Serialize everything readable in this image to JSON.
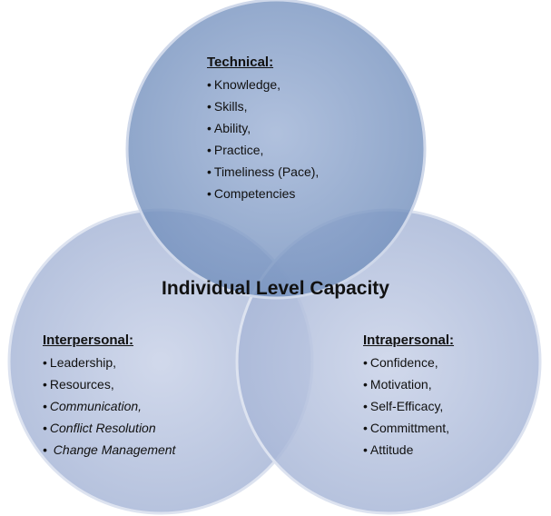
{
  "center_title": "Individual Level Capacity",
  "colors": {
    "circle_fill_top": "#7f9ac4",
    "circle_fill_side": "#b5c2de",
    "circle_stroke": "#c9d3e8",
    "text": "#111111"
  },
  "circles": {
    "technical": {
      "title": "Technical:",
      "items": [
        "Knowledge,",
        "Skills,",
        "Ability,",
        "Practice,",
        "Timeliness (Pace),",
        "Competencies"
      ]
    },
    "interpersonal": {
      "title": "Interpersonal:",
      "items": [
        "Leadership,",
        "Resources,",
        "Communication,",
        "Conflict Resolution",
        " Change Management"
      ]
    },
    "intrapersonal": {
      "title": "Intrapersonal:",
      "items": [
        "Confidence,",
        "Motivation,",
        "Self-Efficacy,",
        "Committment,",
        "Attitude"
      ]
    }
  }
}
